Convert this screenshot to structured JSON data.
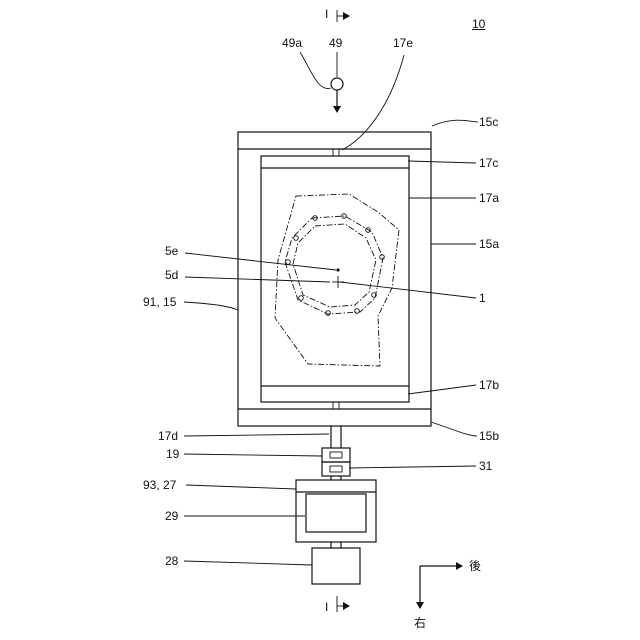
{
  "figure_number": "10",
  "section_marks": {
    "top": "I",
    "bottom": "I"
  },
  "direction_labels": {
    "right": "後",
    "down": "右"
  },
  "labels": {
    "l49a": "49a",
    "l49": "49",
    "l17e": "17e",
    "l15c": "15c",
    "l17c": "17c",
    "l17a": "17a",
    "l15a": "15a",
    "l5e": "5e",
    "l5d": "5d",
    "l1": "1",
    "l91_15": "91, 15",
    "l17b": "17b",
    "l15b": "15b",
    "l17d": "17d",
    "l19": "19",
    "l31": "31",
    "l93_27": "93, 27",
    "l29": "29",
    "l28": "28"
  },
  "colors": {
    "line": "#111111",
    "background": "#ffffff"
  }
}
